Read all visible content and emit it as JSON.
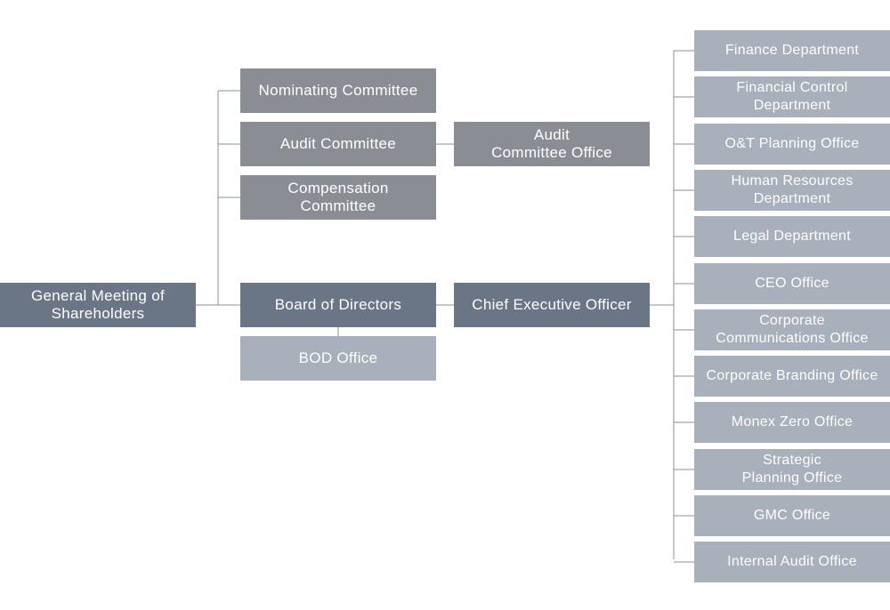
{
  "colors": {
    "governance_dark": "#6a7585",
    "committee_grey": "#8a8e94",
    "office_light": "#a7b0bb",
    "connector": "#8b9096"
  },
  "nodes": {
    "general_meeting": "General Meeting of\nShareholders",
    "nominating_committee": "Nominating Committee",
    "audit_committee": "Audit Committee",
    "compensation_committee": "Compensation\nCommittee",
    "board_of_directors": "Board of Directors",
    "bod_office": "BOD Office",
    "audit_committee_office": "Audit\nCommittee Office",
    "ceo": "Chief Executive Officer"
  },
  "departments": [
    "Finance Department",
    "Financial Control\nDepartment",
    "O&T Planning Office",
    "Human Resources\nDepartment",
    "Legal Department",
    "CEO Office",
    "Corporate\nCommunications Office",
    "Corporate Branding Office",
    "Monex Zero Office",
    "Strategic\nPlanning Office",
    "GMC Office",
    "Internal Audit Office"
  ]
}
